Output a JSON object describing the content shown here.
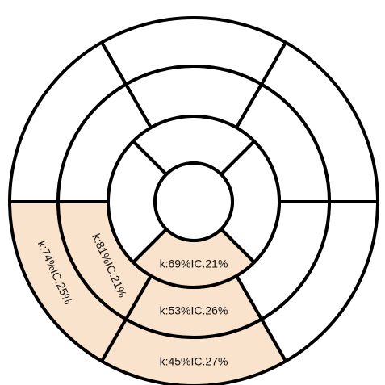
{
  "colors": {
    "highlight": "#fae3cc",
    "default": "#ffffff",
    "stroke": "#000000"
  },
  "rings": [
    {
      "name": "basal",
      "segments": [
        {
          "id": "basal-anterior",
          "highlighted": false,
          "label": ""
        },
        {
          "id": "basal-anterolateral",
          "highlighted": false,
          "label": ""
        },
        {
          "id": "basal-inferolateral",
          "highlighted": false,
          "label": ""
        },
        {
          "id": "basal-inferior",
          "highlighted": true,
          "label": "k:45%IC.27%"
        },
        {
          "id": "basal-inferoseptal",
          "highlighted": true,
          "label": "k:74%IC.25%"
        },
        {
          "id": "basal-anteroseptal",
          "highlighted": false,
          "label": ""
        }
      ]
    },
    {
      "name": "mid",
      "segments": [
        {
          "id": "mid-anterior",
          "highlighted": false,
          "label": ""
        },
        {
          "id": "mid-anterolateral",
          "highlighted": false,
          "label": ""
        },
        {
          "id": "mid-inferolateral",
          "highlighted": false,
          "label": ""
        },
        {
          "id": "mid-inferior",
          "highlighted": true,
          "label": "k:53%IC.26%"
        },
        {
          "id": "mid-inferoseptal",
          "highlighted": true,
          "label": "k:81%IC.21%"
        },
        {
          "id": "mid-anteroseptal",
          "highlighted": false,
          "label": ""
        }
      ]
    },
    {
      "name": "apical",
      "segments": [
        {
          "id": "apical-anterior",
          "highlighted": false,
          "label": ""
        },
        {
          "id": "apical-lateral",
          "highlighted": false,
          "label": ""
        },
        {
          "id": "apical-inferior",
          "highlighted": true,
          "label": "k:69%IC.21%"
        },
        {
          "id": "apical-septal",
          "highlighted": false,
          "label": ""
        }
      ]
    }
  ],
  "apex": {
    "id": "apex",
    "highlighted": false,
    "label": ""
  }
}
